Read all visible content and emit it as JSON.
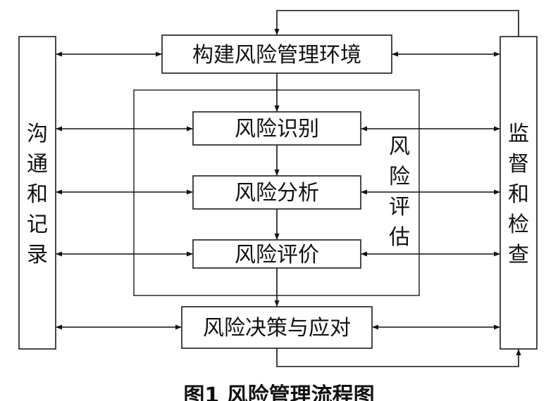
{
  "colors": {
    "stroke": "#111111",
    "background": "#ffffff"
  },
  "nodes": {
    "environment": "构建风险管理环境",
    "identification": "风险识别",
    "analysis": "风险分析",
    "evaluation": "风险评价",
    "decision": "风险决策与应对"
  },
  "side_panels": {
    "left": [
      "沟",
      "通",
      "和",
      "记",
      "录"
    ],
    "right": [
      "监",
      "督",
      "和",
      "检",
      "查"
    ]
  },
  "group_label": [
    "风",
    "险",
    "评",
    "估"
  ],
  "caption": "图1 风险管理流程图"
}
